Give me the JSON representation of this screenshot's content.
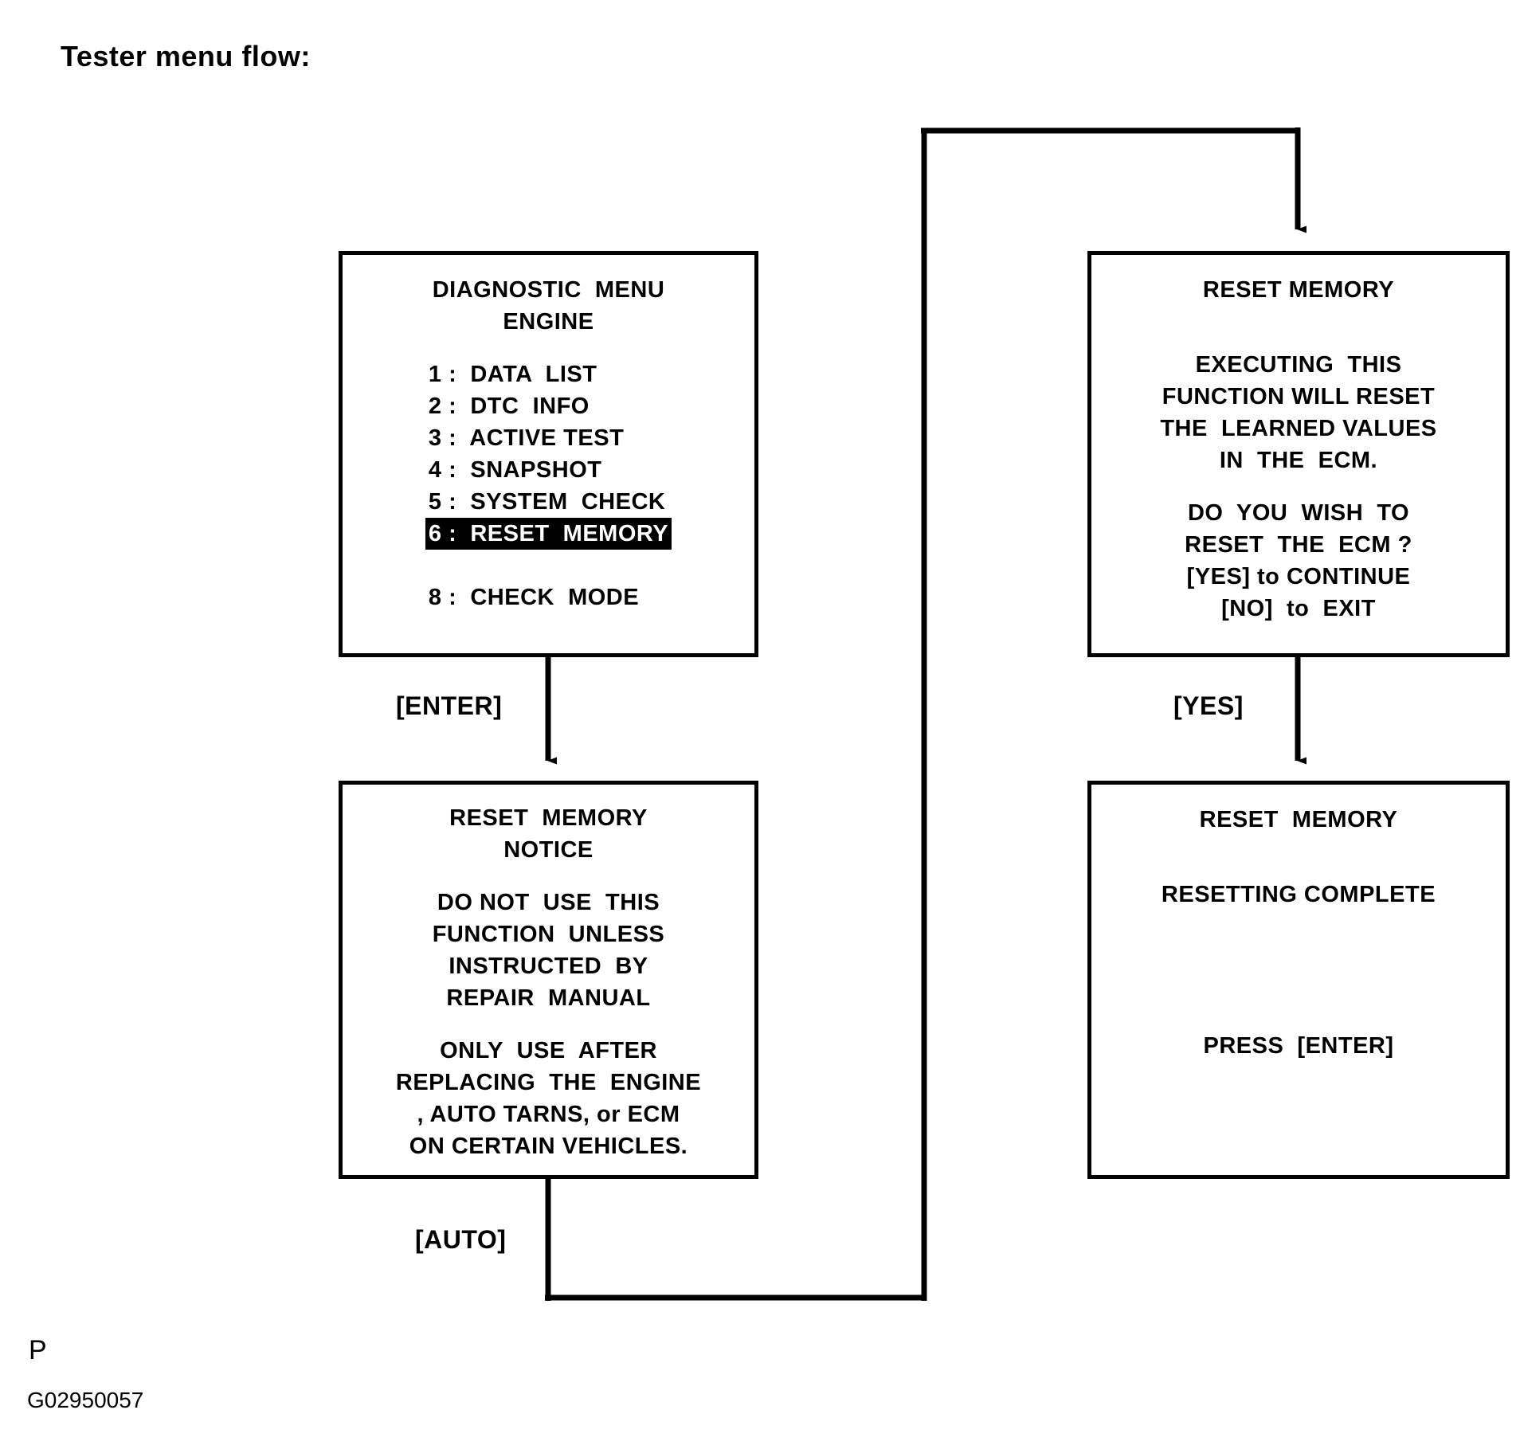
{
  "page": {
    "title": "Tester menu flow:",
    "footer_mark": "P",
    "figure_id": "G02950057",
    "ink_color": "#000000",
    "background_color": "#ffffff"
  },
  "boxes": {
    "diagnostic_menu": {
      "title_line_1": "DIAGNOSTIC  MENU",
      "title_line_2": "ENGINE",
      "items": [
        {
          "label": "1 :  DATA  LIST",
          "selected": false
        },
        {
          "label": "2 :  DTC  INFO",
          "selected": false
        },
        {
          "label": "3 :  ACTIVE TEST",
          "selected": false
        },
        {
          "label": "4 :  SNAPSHOT",
          "selected": false
        },
        {
          "label": "5 :  SYSTEM  CHECK",
          "selected": false
        },
        {
          "label": "6 :  RESET  MEMORY",
          "selected": true
        },
        {
          "label": "8 :  CHECK  MODE",
          "selected": false
        }
      ]
    },
    "reset_notice": {
      "title_line_1": "RESET  MEMORY",
      "title_line_2": "NOTICE",
      "body_1": [
        "DO NOT  USE  THIS",
        "FUNCTION  UNLESS",
        "INSTRUCTED  BY",
        "REPAIR  MANUAL"
      ],
      "body_2": [
        "ONLY  USE  AFTER",
        "REPLACING  THE  ENGINE",
        ", AUTO TARNS, or ECM",
        "ON CERTAIN VEHICLES."
      ]
    },
    "reset_confirm": {
      "title": "RESET MEMORY",
      "body_1": [
        "EXECUTING  THIS",
        "FUNCTION WILL RESET",
        "THE  LEARNED VALUES",
        "IN  THE  ECM."
      ],
      "body_2": [
        "DO  YOU  WISH  TO",
        "RESET  THE  ECM ?",
        "[YES] to CONTINUE",
        "[NO]  to  EXIT"
      ]
    },
    "reset_complete": {
      "title": "RESET  MEMORY",
      "status": "RESETTING COMPLETE",
      "prompt": "PRESS  [ENTER]"
    }
  },
  "edges": {
    "enter_label": "[ENTER]",
    "auto_label": "[AUTO]",
    "yes_label": "[YES]"
  }
}
